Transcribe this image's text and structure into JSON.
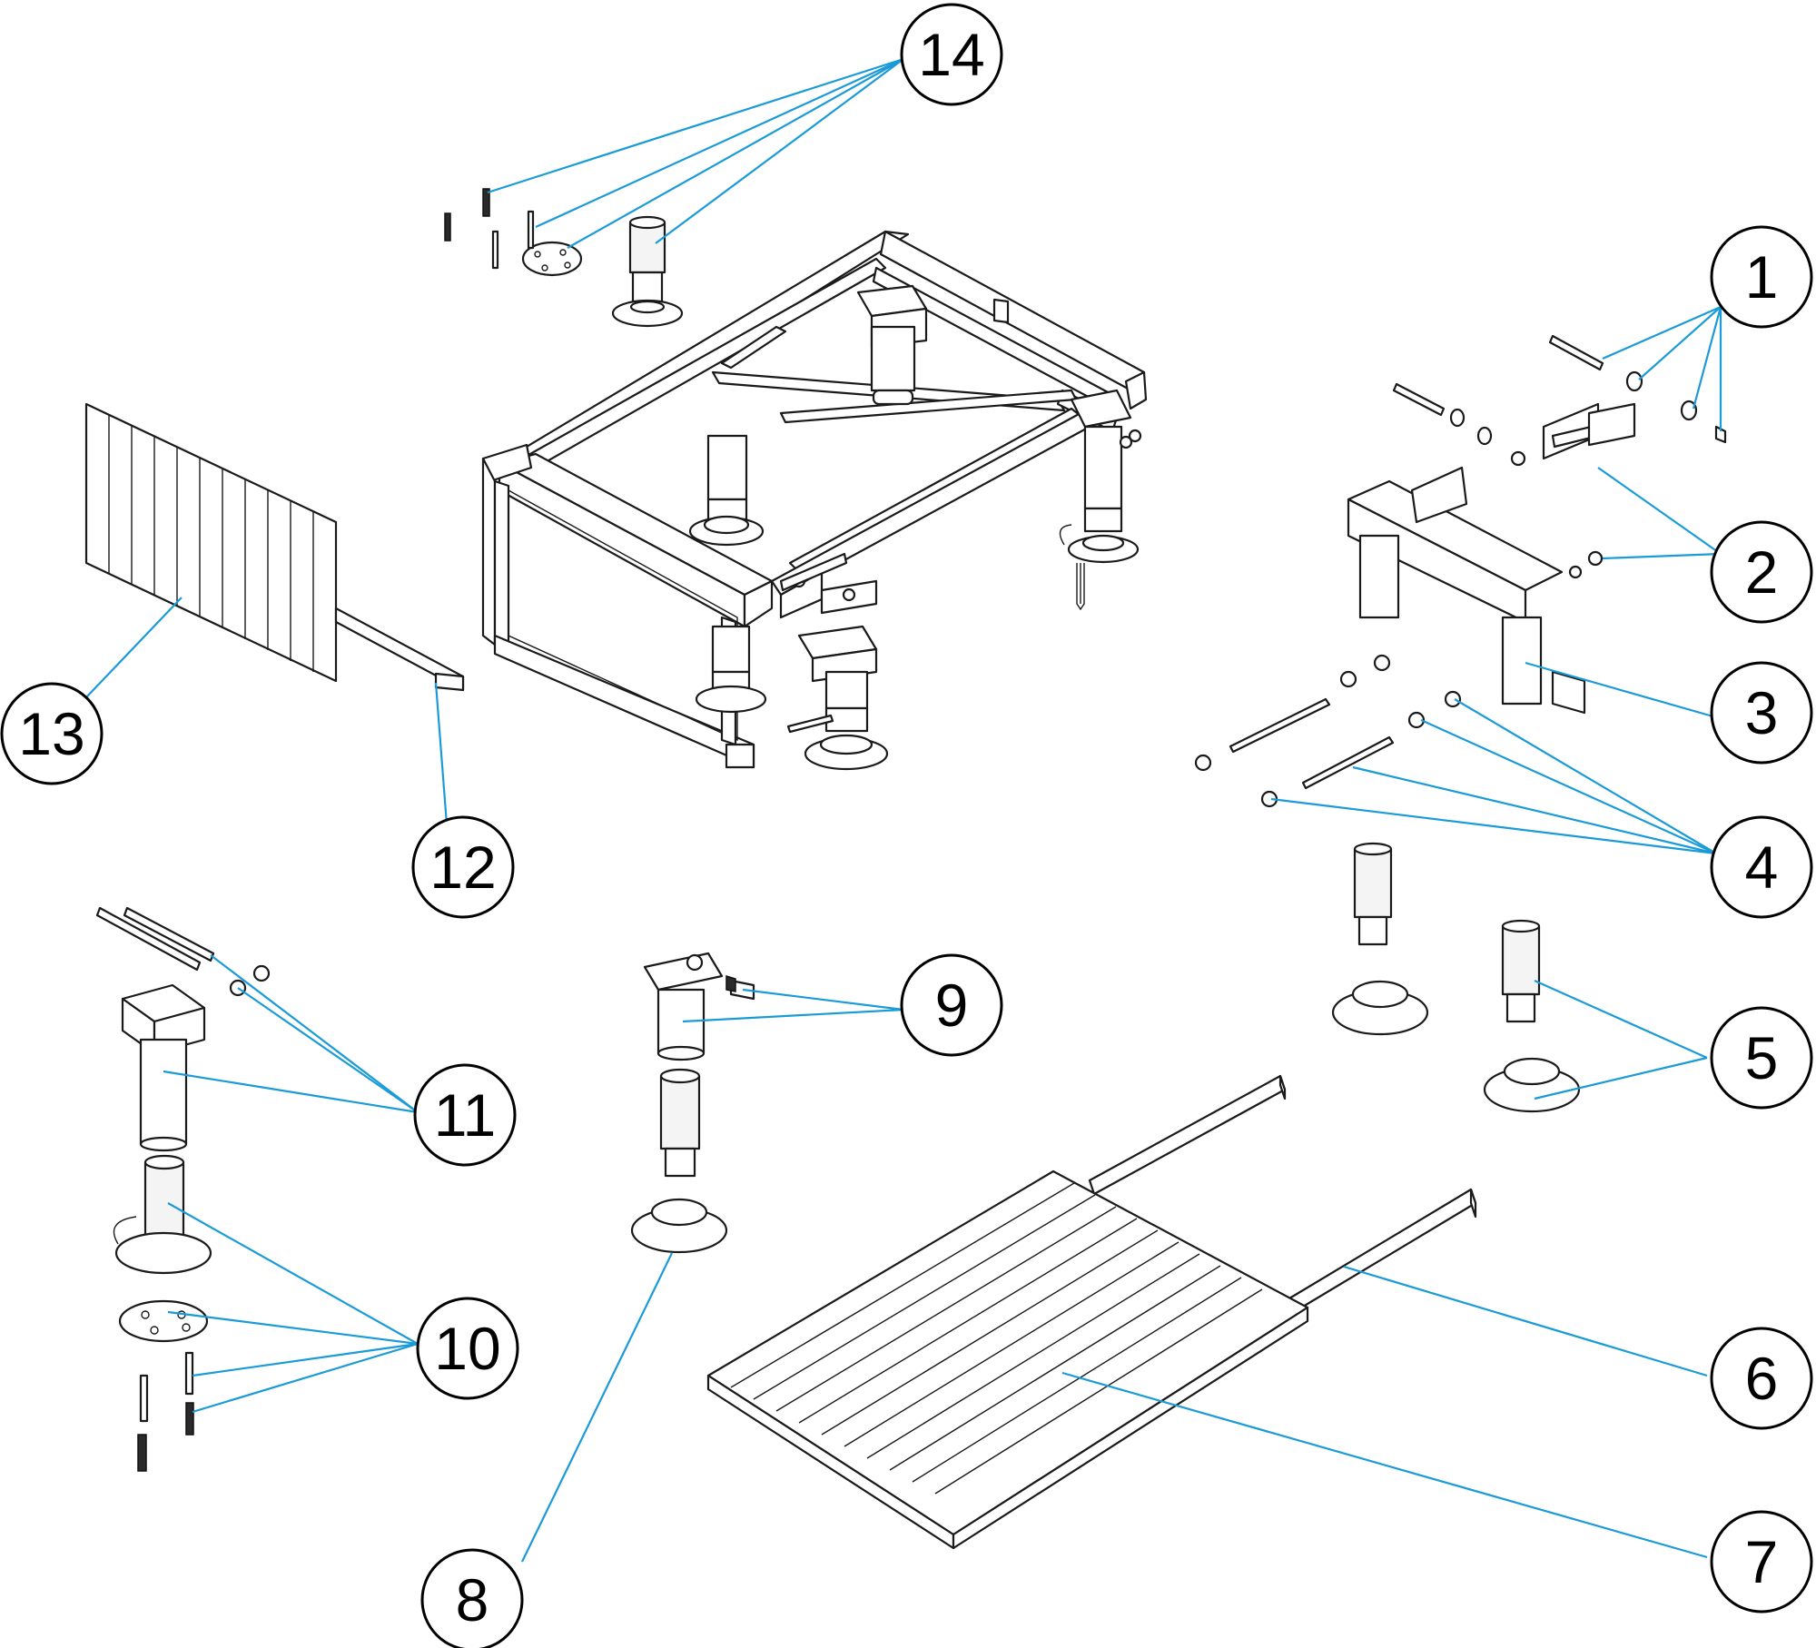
{
  "diagram": {
    "leader_color": "#1a9bd7",
    "line_color": "#1a1a1a",
    "callouts": [
      {
        "id": "c1",
        "label": "1"
      },
      {
        "id": "c2",
        "label": "2"
      },
      {
        "id": "c3",
        "label": "3"
      },
      {
        "id": "c4",
        "label": "4"
      },
      {
        "id": "c5",
        "label": "5"
      },
      {
        "id": "c6",
        "label": "6"
      },
      {
        "id": "c7",
        "label": "7"
      },
      {
        "id": "c8",
        "label": "8"
      },
      {
        "id": "c9",
        "label": "9"
      },
      {
        "id": "c10",
        "label": "10"
      },
      {
        "id": "c11",
        "label": "11"
      },
      {
        "id": "c12",
        "label": "12"
      },
      {
        "id": "c13",
        "label": "13"
      },
      {
        "id": "c14",
        "label": "14"
      }
    ]
  }
}
